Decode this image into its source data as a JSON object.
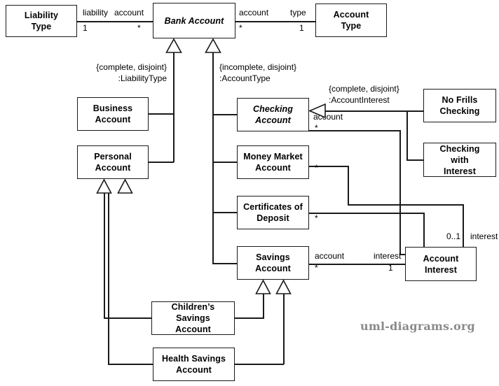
{
  "diagram": {
    "title": "Bank Account UML Class Diagram",
    "watermark": "uml-diagrams.org",
    "stroke_color": "#1a1a1a",
    "background_color": "#ffffff",
    "watermark_color": "#8a8a8a"
  },
  "classes": {
    "liability_type": "Liability\nType",
    "liability_type_l1": "Liability",
    "liability_type_l2": "Type",
    "bank_account": "Bank Account",
    "account_type_l1": "Account",
    "account_type_l2": "Type",
    "business_account_l1": "Business",
    "business_account_l2": "Account",
    "personal_account_l1": "Personal",
    "personal_account_l2": "Account",
    "checking_account_l1": "Checking",
    "checking_account_l2": "Account",
    "money_market_l1": "Money Market",
    "money_market_l2": "Account",
    "certificates_l1": "Certificates of",
    "certificates_l2": "Deposit",
    "savings_account_l1": "Savings",
    "savings_account_l2": "Account",
    "no_frills_l1": "No Frills",
    "no_frills_l2": "Checking",
    "checking_interest_l1": "Checking with",
    "checking_interest_l2": "Interest",
    "account_interest_l1": "Account",
    "account_interest_l2": "Interest",
    "childrens_savings_l1": "Children’s",
    "childrens_savings_l2": "Savings Account",
    "health_savings_l1": "Health Savings",
    "health_savings_l2": "Account"
  },
  "association_labels": {
    "liability_role": "liability",
    "liability_mult": "1",
    "account_role_left": "account",
    "account_mult_left": "*",
    "account_role_right": "account",
    "account_mult_right": "*",
    "type_role": "type",
    "type_mult": "1",
    "checking_account_role": "account",
    "checking_account_mult": "*",
    "money_market_mult": "*",
    "certificates_mult": "*",
    "savings_account_role": "account",
    "savings_account_mult": "*",
    "savings_interest_role": "interest",
    "savings_interest_mult": "1",
    "interest_mult_01": "0..1",
    "interest_role": "interest"
  },
  "generalization_sets": {
    "liability_constraint_l1": "{complete, disjoint}",
    "liability_constraint_l2": ":LiabilityType",
    "account_constraint_l1": "{incomplete, disjoint}",
    "account_constraint_l2": ":AccountType",
    "interest_constraint_l1": "{complete, disjoint}",
    "interest_constraint_l2": ":AccountInterest"
  }
}
